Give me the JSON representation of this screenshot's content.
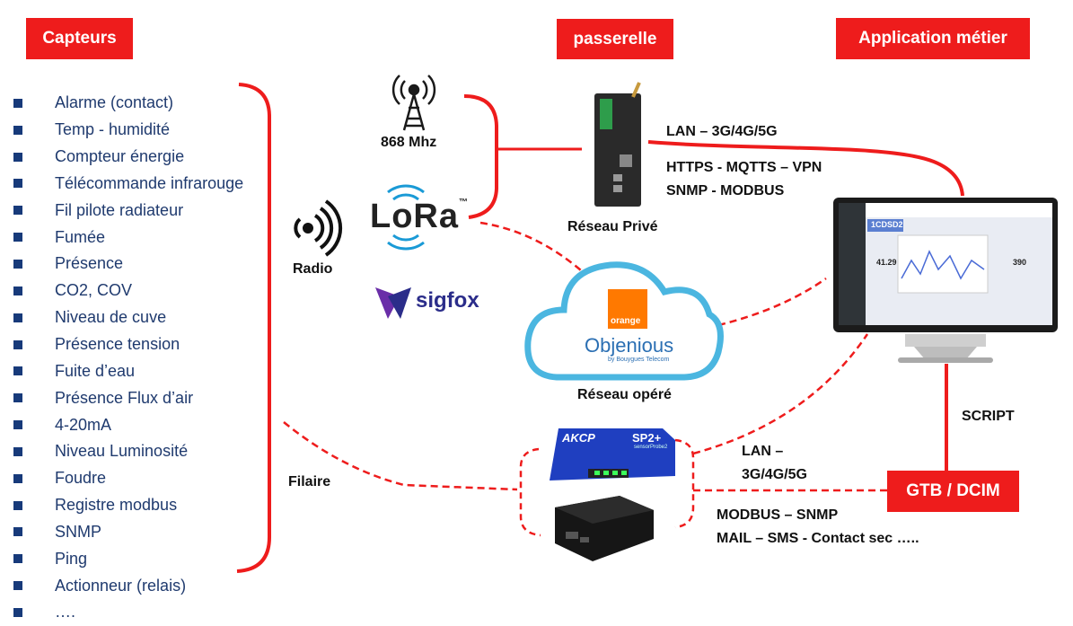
{
  "headers": {
    "capteurs": "Capteurs",
    "passerelle": "passerelle",
    "application": "Application métier",
    "gtb": "GTB / DCIM"
  },
  "sensors": [
    "Alarme (contact)",
    "Temp - humidité",
    "Compteur énergie",
    "Télécommande infrarouge",
    "Fil pilote radiateur",
    "Fumée",
    "Présence",
    "CO2, COV",
    "Niveau de cuve",
    "Présence tension",
    "Fuite d’eau",
    "Présence Flux d’air",
    "4-20mA",
    "Niveau Luminosité",
    "Foudre",
    "Registre modbus",
    "SNMP",
    "Ping",
    "Actionneur (relais)",
    "…."
  ],
  "labels": {
    "radio": "Radio",
    "filaire": "Filaire",
    "freq": "868 Mhz",
    "reseau_prive": "Réseau Privé",
    "reseau_opere": "Réseau opéré",
    "lan_top": "LAN – 3G/4G/5G",
    "protocols_1": "HTTPS - MQTTS – VPN",
    "protocols_2": "SNMP - MODBUS",
    "script": "SCRIPT",
    "lan_bottom_1": "LAN –",
    "lan_bottom_2": "3G/4G/5G",
    "bottom_1": "MODBUS – SNMP",
    "bottom_2": "MAIL – SMS - Contact sec ….."
  },
  "logos": {
    "lora": "LoRa",
    "tm": "™",
    "sigfox": "sigfox",
    "orange": "orange",
    "objenious": "Objenious",
    "objenious_sub": "by Bouygues Telecom",
    "akcp": "AKCP",
    "sp2": "SP2+",
    "sp2_sub": "sensorProbe2"
  },
  "monitor": {
    "title": "1CDSD2",
    "value_1": "41.29",
    "value_2": "390"
  },
  "colors": {
    "red": "#ee1c1c",
    "navy": "#173a7a",
    "cloud": "#4bb6e0",
    "orange": "#ff7900"
  }
}
